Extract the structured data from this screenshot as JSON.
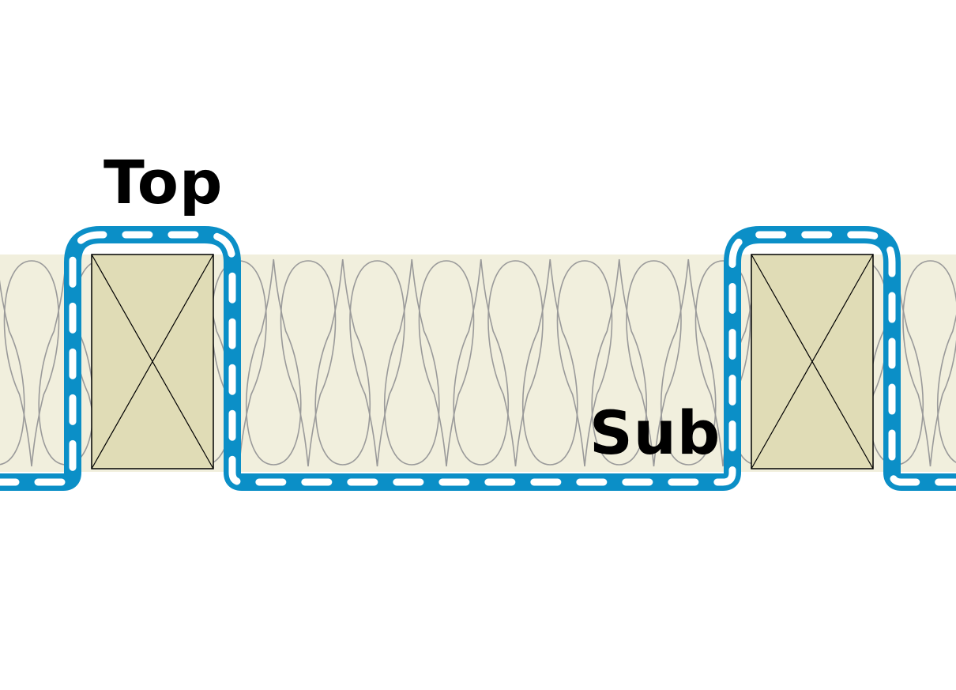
{
  "labels": {
    "top": "Top",
    "sub": "Sub"
  },
  "colors": {
    "background": "#ffffff",
    "insulation_fill": "#f1efdd",
    "insulation_stroke": "#9a9a9a",
    "stud_fill": "#e0dcb6",
    "stud_stroke": "#000000",
    "membrane": "#0b8fc7",
    "membrane_dash": "#ffffff",
    "label_text": "#000000"
  },
  "elements": {
    "insulation_layer": "insulation-batt",
    "studs": [
      "stud-left",
      "stud-right"
    ],
    "membrane": "vapour-membrane"
  }
}
